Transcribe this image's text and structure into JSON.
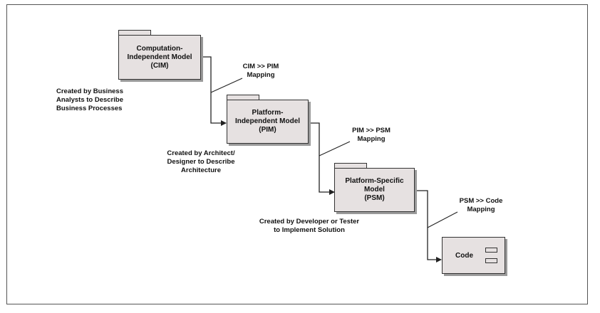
{
  "diagram": {
    "packages": {
      "cim": {
        "label": "Computation-\nIndependent Model\n(CIM)"
      },
      "pim": {
        "label": "Platform-\nIndependent Model\n(PIM)"
      },
      "psm": {
        "label": "Platform-Specific\nModel\n(PSM)"
      }
    },
    "component": {
      "label": "Code"
    },
    "mappings": {
      "cim_pim": "CIM >> PIM\nMapping",
      "pim_psm": "PIM >> PSM\nMapping",
      "psm_code": "PSM >> Code\nMapping"
    },
    "notes": {
      "cim": "Created by Business\nAnalysts to Describe\nBusiness Processes",
      "pim": "Created by Architect/\nDesigner to Describe\nArchitecture",
      "psm": "Created by Developer or Tester\nto Implement Solution"
    }
  }
}
